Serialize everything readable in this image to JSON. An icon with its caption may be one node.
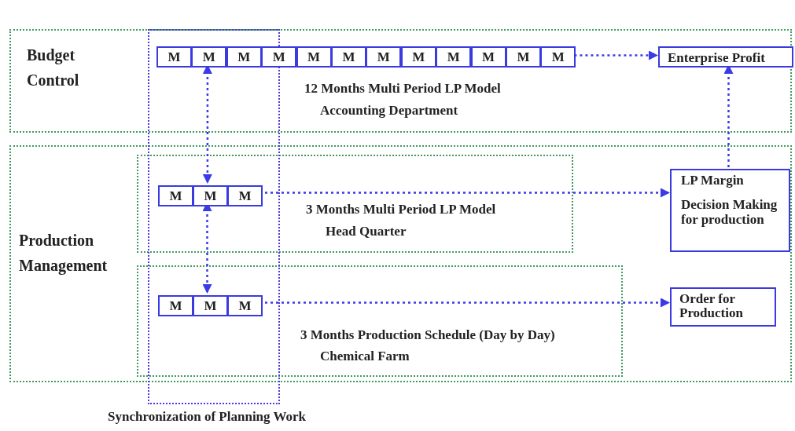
{
  "diagram": {
    "nodes": [
      {
        "text": [
          "Budget Control",
          "12 Months Multi Period LP Model",
          "Accounting Department"
        ]
      },
      {
        "text": [
          "M"
        ],
        "in": 0
      },
      {
        "text": [
          "M"
        ],
        "in": 0
      },
      {
        "text": [
          "M"
        ],
        "in": 0
      },
      {
        "text": [
          "M"
        ],
        "in": 0
      },
      {
        "text": [
          "M"
        ],
        "in": 0
      },
      {
        "text": [
          "M"
        ],
        "in": 0
      },
      {
        "text": [
          "M"
        ],
        "in": 0
      },
      {
        "text": [
          "M"
        ],
        "in": 0
      },
      {
        "text": [
          "M"
        ],
        "in": 0
      },
      {
        "text": [
          "M"
        ],
        "in": 0
      },
      {
        "text": [
          "M"
        ],
        "in": 0
      },
      {
        "text": [
          "M"
        ],
        "in": 0
      },
      {
        "text": [
          "Enterprise Profit"
        ],
        "in": 0
      },
      {
        "text": [
          "Production Management"
        ]
      },
      {
        "text": [
          "3 Months Multi Period LP Model",
          "Head Quarter"
        ],
        "in": 14
      },
      {
        "text": [
          "M"
        ],
        "in": 15
      },
      {
        "text": [
          "M"
        ],
        "in": 15
      },
      {
        "text": [
          "M"
        ],
        "in": 15
      },
      {
        "text": [
          "3 Months Production Schedule (Day by Day)",
          "Chemical Farm"
        ],
        "in": 14
      },
      {
        "text": [
          "M"
        ],
        "in": 19
      },
      {
        "text": [
          "M"
        ],
        "in": 19
      },
      {
        "text": [
          "M"
        ],
        "in": 19
      },
      {
        "text": [
          "LP Margin",
          "Decision Making for production"
        ],
        "in": 14
      },
      {
        "text": [
          "Order for Production"
        ],
        "in": 14
      }
    ],
    "labels": [
      "Synchronization of Planning Work"
    ],
    "edges": [
      {
        "from": 12,
        "to": 13,
        "arrow": "to",
        "style": "dashed"
      },
      {
        "from": 23,
        "to": 13,
        "arrow": "to",
        "style": "dashed"
      },
      {
        "from": 2,
        "to": 17,
        "arrow": "both",
        "style": "dashed"
      },
      {
        "from": 18,
        "to": 23,
        "arrow": "to",
        "style": "dashed"
      },
      {
        "from": 17,
        "to": 21,
        "arrow": "both",
        "style": "dashed"
      },
      {
        "from": 22,
        "to": 24,
        "arrow": "to",
        "style": "dashed"
      }
    ]
  }
}
